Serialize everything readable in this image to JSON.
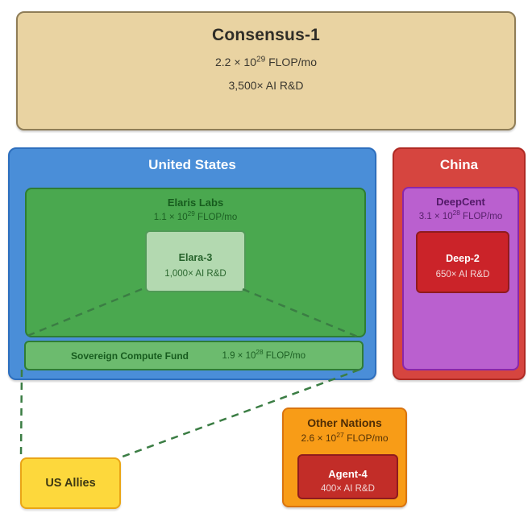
{
  "diagram": {
    "consensus": {
      "title": "Consensus-1",
      "flop_base": "2.2 × 10",
      "flop_exp": "29",
      "flop_unit": " FLOP/mo",
      "rnd": "3,500× AI R&D"
    },
    "united_states": {
      "title": "United States"
    },
    "elaris_labs": {
      "title": "Elaris Labs",
      "flop_base": "1.1 × 10",
      "flop_exp": "29",
      "flop_unit": " FLOP/mo"
    },
    "elara_3": {
      "title": "Elara-3",
      "rnd": "1,000× AI R&D"
    },
    "sovereign_compute_fund": {
      "title": "Sovereign Compute Fund",
      "flop_base": "1.9 × 10",
      "flop_exp": "28",
      "flop_unit": " FLOP/mo"
    },
    "china": {
      "title": "China"
    },
    "deepcent": {
      "title": "DeepCent",
      "flop_base": "3.1 × 10",
      "flop_exp": "28",
      "flop_unit": " FLOP/mo"
    },
    "deep_2": {
      "title": "Deep-2",
      "rnd": "650× AI R&D"
    },
    "other_nations": {
      "title": "Other Nations",
      "flop_base": "2.6 × 10",
      "flop_exp": "27",
      "flop_unit": " FLOP/mo"
    },
    "agent_4": {
      "title": "Agent-4",
      "rnd": "400× AI R&D"
    },
    "us_allies": {
      "title": "US Allies"
    }
  },
  "colors": {
    "consensus_fill": "#e9d3a2",
    "consensus_border": "#8f7d57",
    "us_fill": "#4a8ed8",
    "elaris_fill": "#4aa84f",
    "elara3_fill": "#b3d9b0",
    "scf_fill": "#6cbb6e",
    "china_fill": "#d6453f",
    "deepcent_fill": "#ba60cf",
    "deep2_fill": "#cb2329",
    "other_fill": "#f89c17",
    "agent4_fill": "#c22d28",
    "allies_fill": "#fdd83c",
    "connector_dash": "#3b7d44"
  }
}
